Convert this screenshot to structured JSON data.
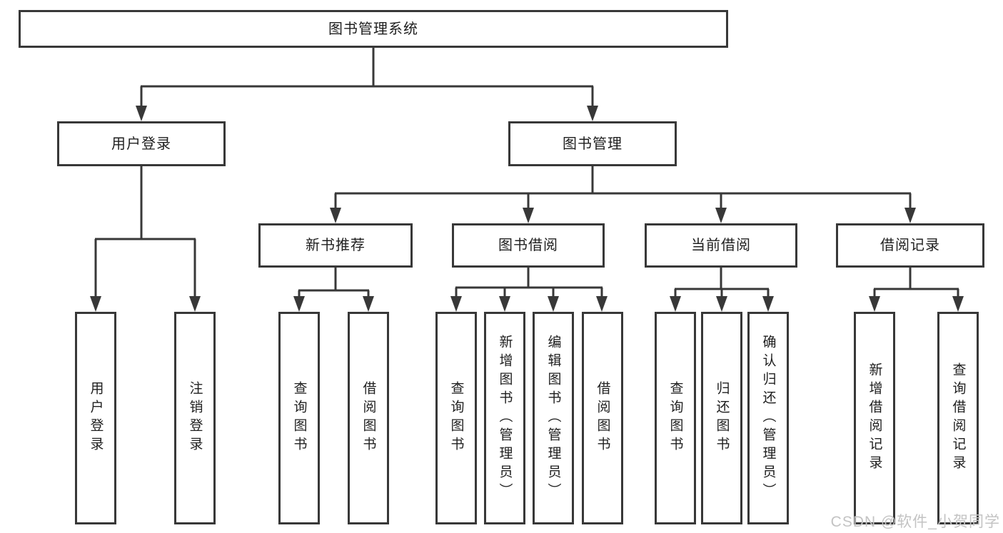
{
  "diagram": {
    "title": "图书管理系统",
    "type": "hierarchy-tree",
    "colors": {
      "line": "#383838",
      "border": "#383838",
      "text": "#1f1f1f",
      "background": "#ffffff",
      "watermark_text_color": "#c3c3c3"
    },
    "watermark": "CSDN @软件_小贺同学",
    "nodes": {
      "root": {
        "label": "图书管理系统"
      },
      "user_login": {
        "label": "用户登录",
        "parent": "root"
      },
      "book_mgmt": {
        "label": "图书管理",
        "parent": "root"
      },
      "leaf_user_login": {
        "label": "用户登录",
        "parent": "user_login"
      },
      "leaf_logout": {
        "label": "注销登录",
        "parent": "user_login"
      },
      "new_book_rec": {
        "label": "新书推荐",
        "parent": "book_mgmt"
      },
      "book_borrow": {
        "label": "图书借阅",
        "parent": "book_mgmt"
      },
      "current_borrow": {
        "label": "当前借阅",
        "parent": "book_mgmt"
      },
      "borrow_records": {
        "label": "借阅记录",
        "parent": "book_mgmt"
      },
      "nbr_query_book": {
        "label": "查询图书",
        "parent": "new_book_rec"
      },
      "nbr_borrow_book": {
        "label": "借阅图书",
        "parent": "new_book_rec"
      },
      "bb_query_book": {
        "label": "查询图书",
        "parent": "book_borrow"
      },
      "bb_add_book": {
        "label": "新增图书（管理员）",
        "parent": "book_borrow"
      },
      "bb_edit_book": {
        "label": "编辑图书（管理员）",
        "parent": "book_borrow"
      },
      "bb_borrow_book": {
        "label": "借阅图书",
        "parent": "book_borrow"
      },
      "cb_query_book": {
        "label": "查询图书",
        "parent": "current_borrow"
      },
      "cb_return_book": {
        "label": "归还图书",
        "parent": "current_borrow"
      },
      "cb_confirm_return": {
        "label": "确认归还（管理员）",
        "parent": "current_borrow"
      },
      "br_add_record": {
        "label": "新增借阅记录",
        "parent": "borrow_records"
      },
      "br_query_record": {
        "label": "查询借阅记录",
        "parent": "borrow_records"
      }
    }
  }
}
